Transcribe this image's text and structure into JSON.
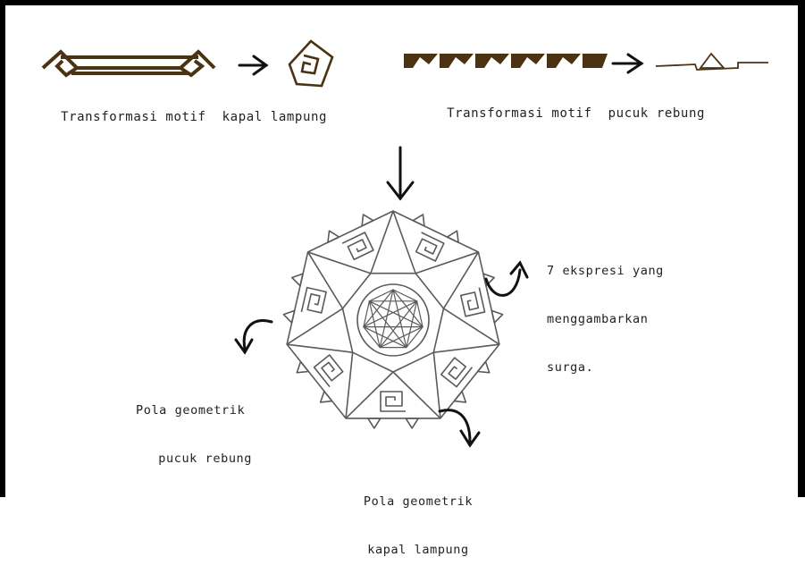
{
  "colors": {
    "motif_brown": "#4a3212",
    "line_dark": "#222222",
    "line_gray": "#5a5a5a"
  },
  "top_left": {
    "caption_a": "Transformasi motif",
    "caption_b": "kapal lampung"
  },
  "top_right": {
    "caption_a": "Transformasi motif",
    "caption_b": "pucuk rebung"
  },
  "annotations": {
    "surga_line1": "7 ekspresi yang",
    "surga_line2": "menggambarkan",
    "surga_line3": "surga.",
    "pucuk_line1": "Pola geometrik",
    "pucuk_line2": "pucuk rebung",
    "kapal_line1": "Pola geometrik",
    "kapal_line2": "kapal lampung"
  }
}
